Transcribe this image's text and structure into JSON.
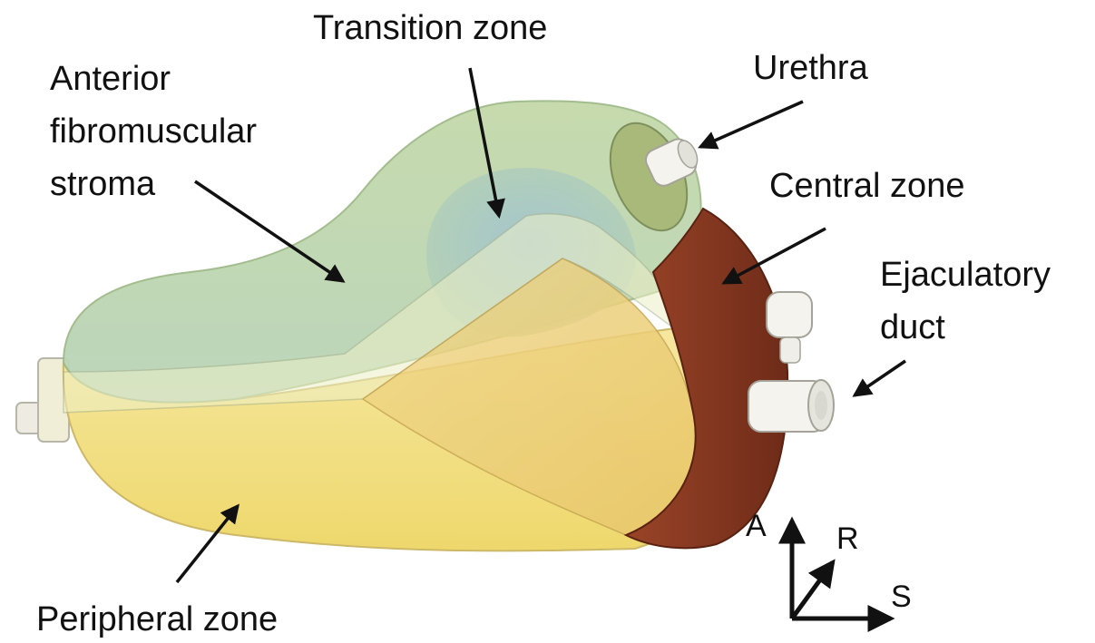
{
  "labels": {
    "transition_zone": "Transition zone",
    "anterior_stroma": [
      "Anterior",
      "fibromuscular",
      "stroma"
    ],
    "urethra": "Urethra",
    "central_zone": "Central zone",
    "ejaculatory_duct": [
      "Ejaculatory",
      "duct"
    ],
    "peripheral_zone": "Peripheral zone"
  },
  "axes": {
    "anterior": "A",
    "right": "R",
    "superior": "S"
  },
  "colors": {
    "anterior_stroma": "#b9d2a6",
    "transition_zone": "#a9c7cf",
    "central_zone": "#8a3a22",
    "peripheral_zone": "#f1dc82",
    "urethra": "#ecebe0"
  }
}
